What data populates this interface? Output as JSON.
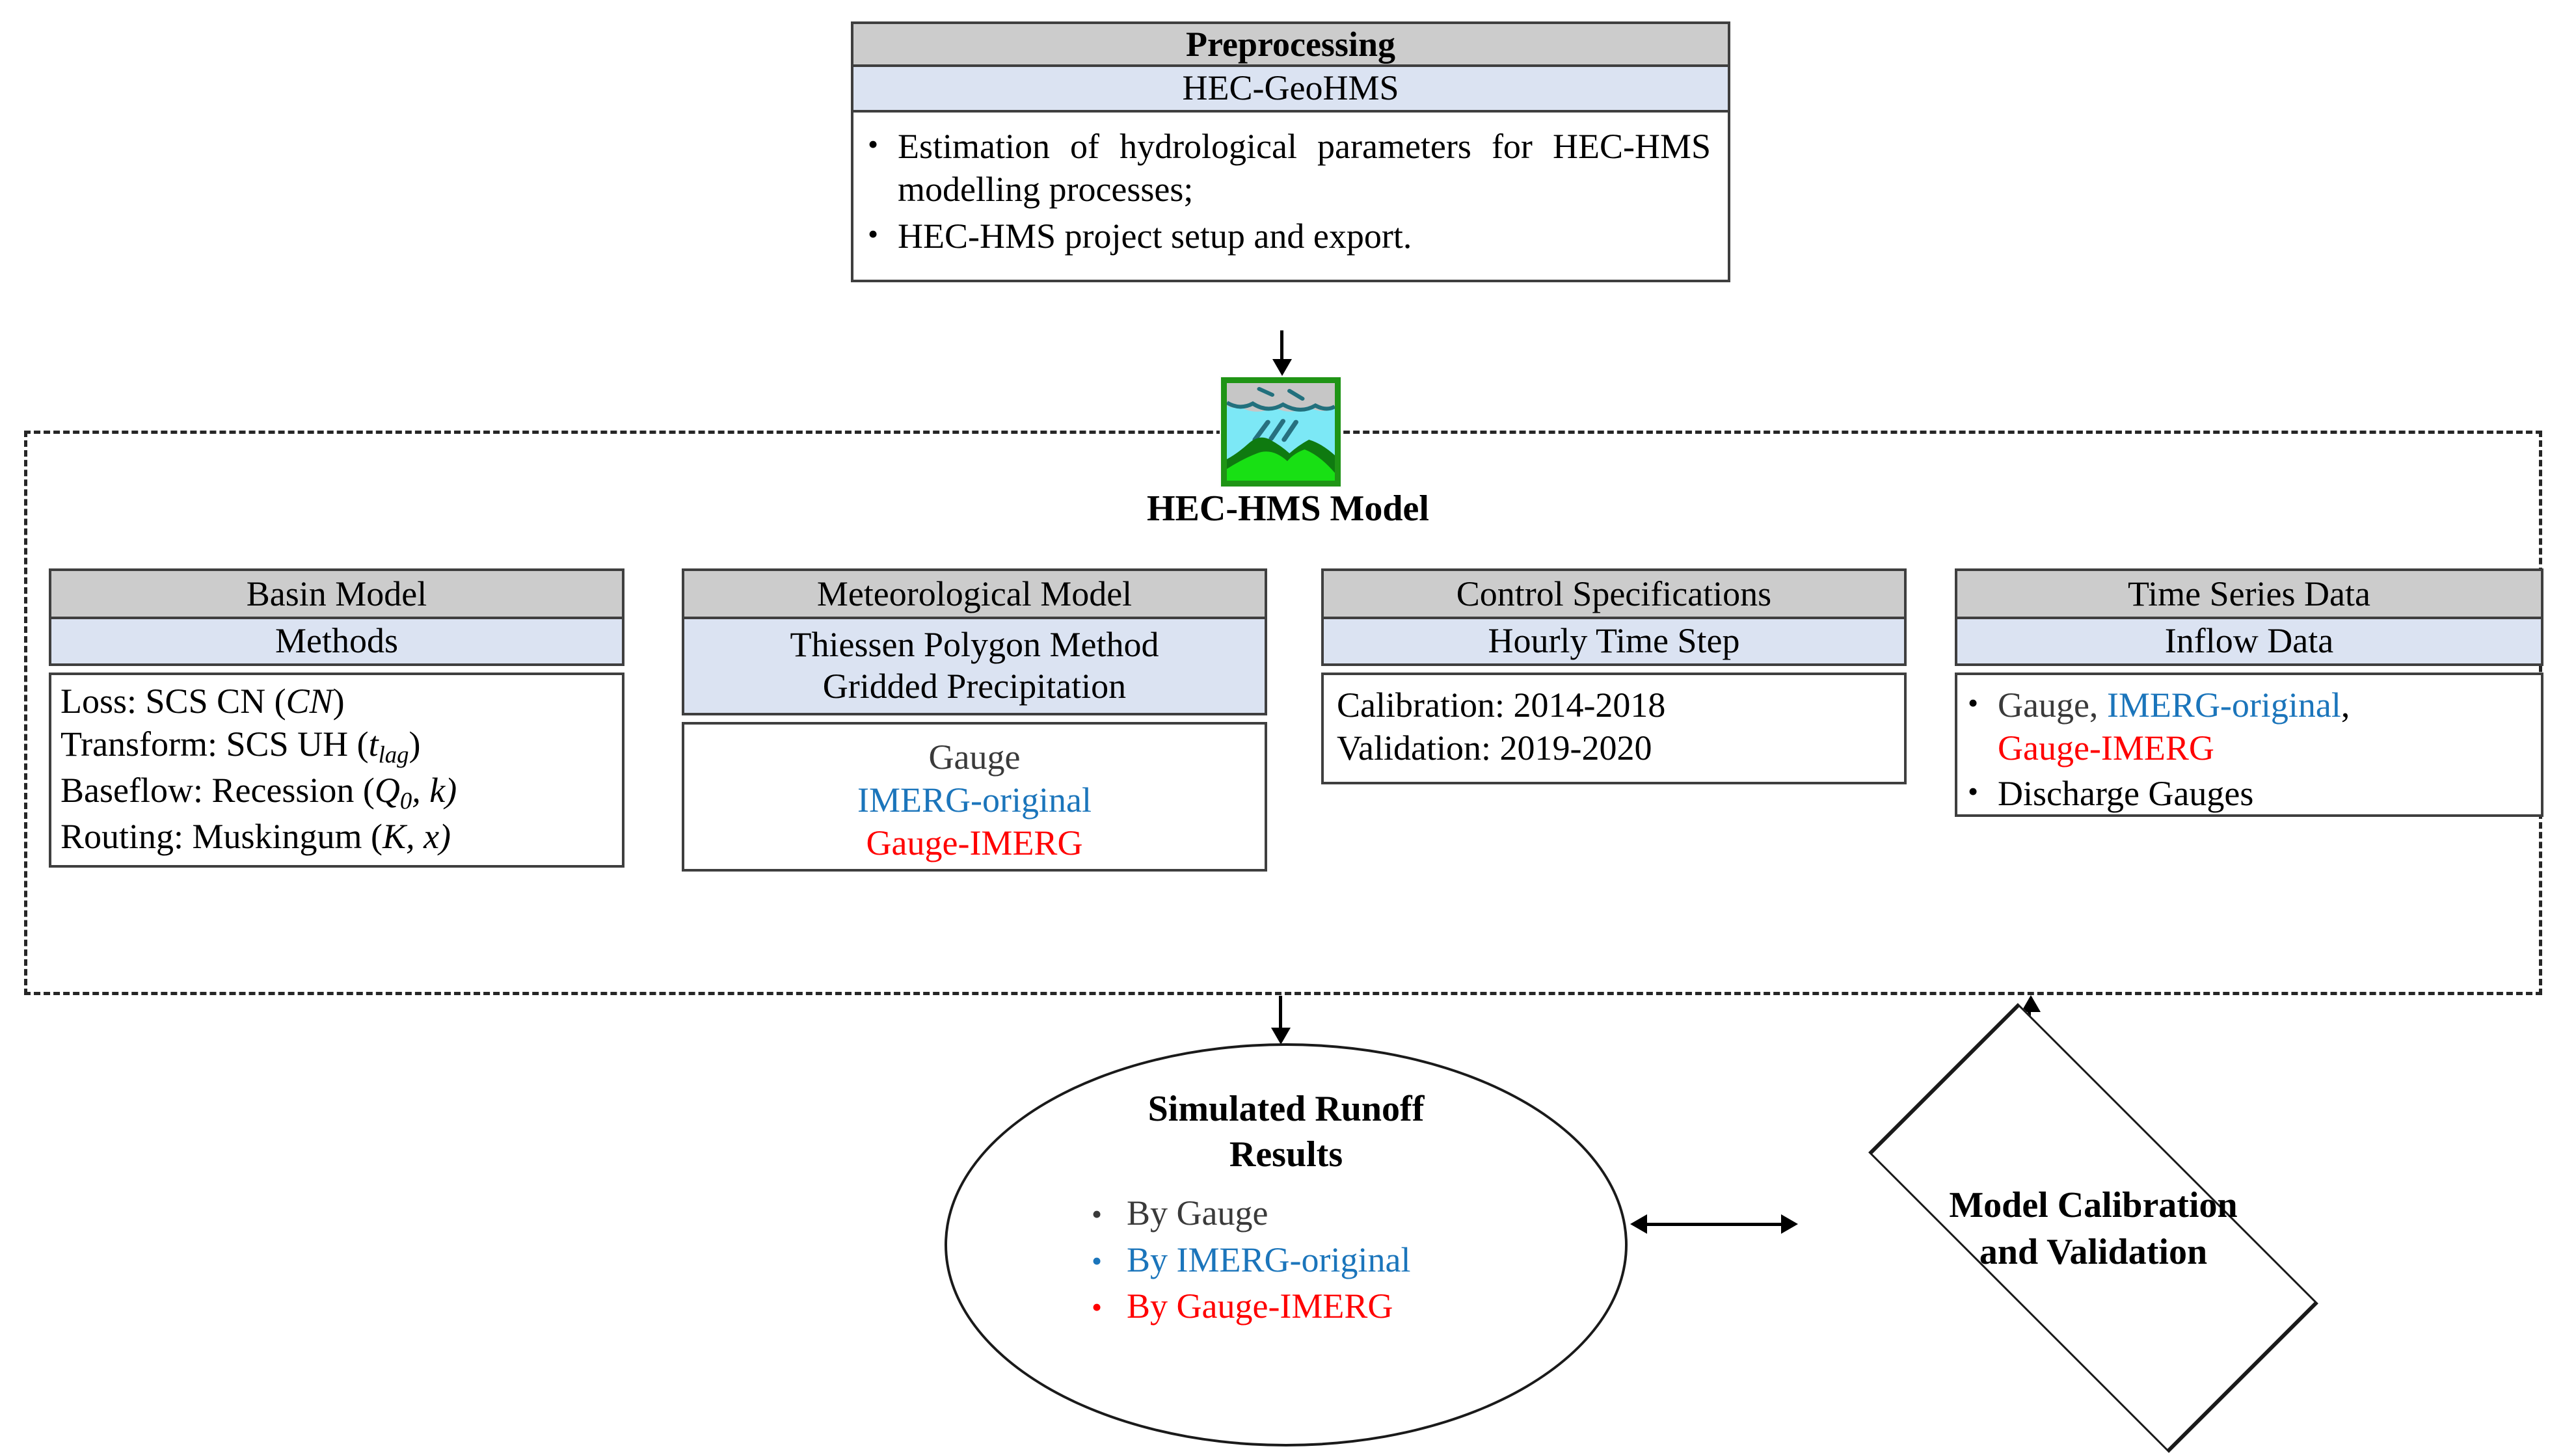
{
  "preprocessing": {
    "header": "Preprocessing",
    "subheader": "HEC-GeoHMS",
    "bullets": [
      "Estimation of hydrological parameters for HEC-HMS modelling processes;",
      "HEC-HMS project setup and export."
    ],
    "bullet_glyph": "•"
  },
  "hec_hms": {
    "icon_name": "rain-over-mountains-icon",
    "label": "HEC-HMS Model"
  },
  "basin_model": {
    "header": "Basin Model",
    "subheader": "Methods",
    "rows": [
      {
        "label": "Loss: SCS CN (",
        "param": "CN",
        "param_sub": "",
        "close": ")"
      },
      {
        "label": "Transform: SCS UH (",
        "param": "t",
        "param_sub": "lag",
        "close": ")"
      },
      {
        "label": "Baseflow: Recession (",
        "param": "Q",
        "param_sub": "0",
        "close": ", k)"
      },
      {
        "label": "Routing: Muskingum (",
        "param": "K",
        "param_sub": "",
        "close": ", x)"
      }
    ]
  },
  "meteorological_model": {
    "header": "Meteorological Model",
    "subheader_line1": "Thiessen Polygon Method",
    "subheader_line2": "Gridded Precipitation",
    "items": [
      {
        "text": "Gauge",
        "color": "#3a3a3a"
      },
      {
        "text": "IMERG-original",
        "color": "#1b75bb"
      },
      {
        "text": "Gauge-IMERG",
        "color": "#ff0000"
      }
    ]
  },
  "control_specifications": {
    "header": "Control Specifications",
    "subheader": "Hourly Time Step",
    "lines": [
      "Calibration: 2014-2018",
      "Validation: 2019-2020"
    ]
  },
  "time_series_data": {
    "header": "Time Series Data",
    "subheader": "Inflow Data",
    "bullet_glyph": "•",
    "bullet1_part1": "Gauge, ",
    "bullet1_part2": "IMERG-original",
    "bullet1_part3": ",",
    "bullet1_part4": "Gauge-IMERG",
    "bullet2": "Discharge Gauges"
  },
  "simulated_runoff": {
    "title_line1": "Simulated Runoff",
    "title_line2": "Results",
    "bullet_glyph": "•",
    "items": [
      {
        "text": "By Gauge",
        "color": "#3a3a3a"
      },
      {
        "text": "By IMERG-original",
        "color": "#1b75bb"
      },
      {
        "text": "By Gauge-IMERG",
        "color": "#ff0000"
      }
    ]
  },
  "model_calibration": {
    "line1": "Model Calibration",
    "line2": "and Validation"
  },
  "colors": {
    "header_gray": "#cccccc",
    "subheader_blue": "#dbe3f2",
    "border": "#3f3f3f",
    "accent_blue": "#1b75bb",
    "accent_red": "#ff0000",
    "gray_text": "#3a3a3a"
  }
}
